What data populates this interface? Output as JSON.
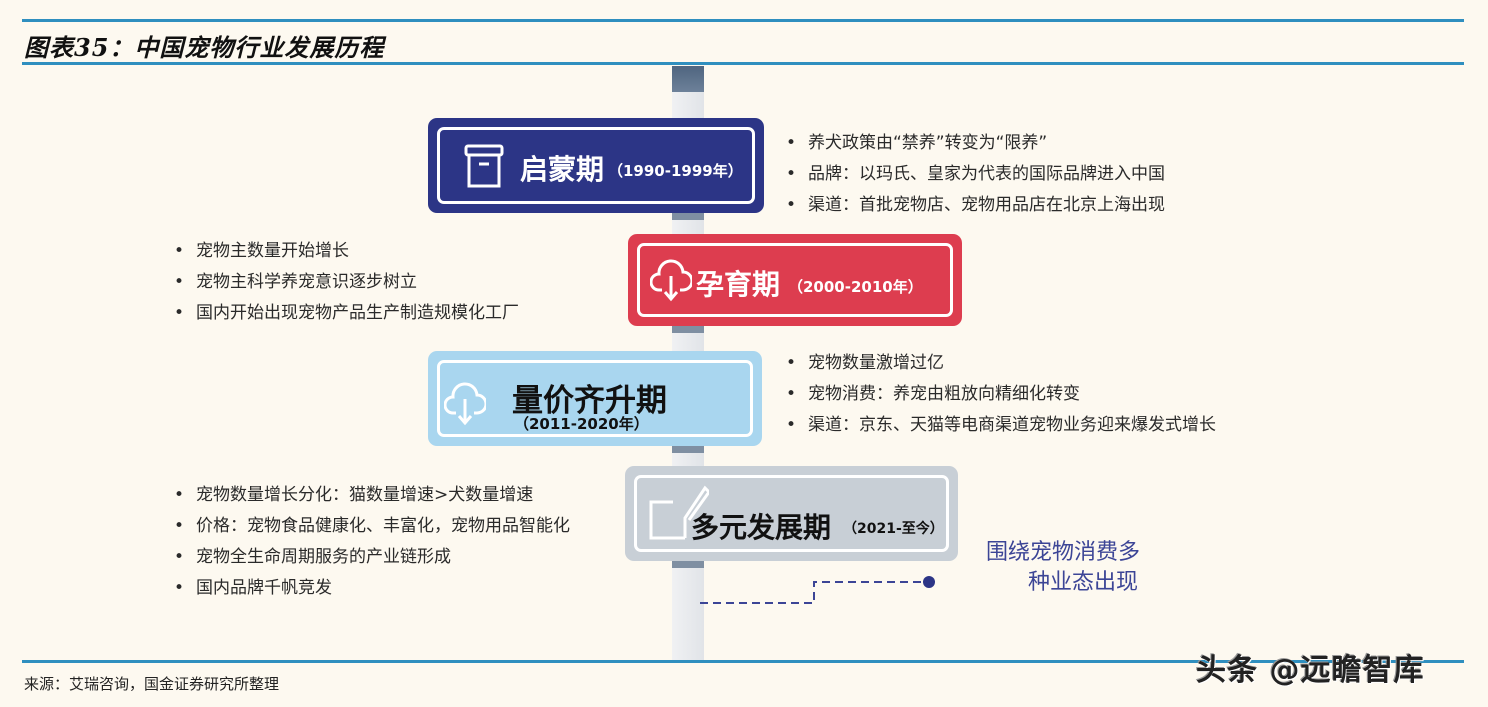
{
  "figure": {
    "title": "图表35：中国宠物行业发展历程",
    "source": "来源：艾瑞咨询，国金证券研究所整理",
    "watermark": "头条 @远瞻智库"
  },
  "colors": {
    "stage1": "#2c3586",
    "stage2": "#dd3d4f",
    "stage3": "#a9d6ef",
    "stage4": "#c8cfd6",
    "rule": "#2f8fbf",
    "callout": "#3c4596"
  },
  "stages": [
    {
      "name": "启蒙期",
      "period": "（1990-1999年）",
      "icon": "box-icon",
      "bullets": [
        "养犬政策由“禁养”转变为“限养”",
        "品牌：以玛氏、皇家为代表的国际品牌进入中国",
        "渠道：首批宠物店、宠物用品店在北京上海出现"
      ]
    },
    {
      "name": "孕育期",
      "period": "（2000-2010年）",
      "icon": "cloud-download-icon",
      "bullets": [
        "宠物主数量开始增长",
        "宠物主科学养宠意识逐步树立",
        "国内开始出现宠物产品生产制造规模化工厂"
      ]
    },
    {
      "name": "量价齐升期",
      "period": "（2011-2020年）",
      "icon": "cloud-download-icon",
      "bullets": [
        "宠物数量激增过亿",
        "宠物消费：养宠由粗放向精细化转变",
        "渠道：京东、天猫等电商渠道宠物业务迎来爆发式增长"
      ]
    },
    {
      "name": "多元发展期",
      "period": "（2021-至今）",
      "icon": "edit-icon",
      "bullets": [
        "宠物数量增长分化：猫数量增速>犬数量增速",
        "价格：宠物食品健康化、丰富化，宠物用品智能化",
        "宠物全生命周期服务的产业链形成",
        "国内品牌千帆竞发"
      ]
    }
  ],
  "callout": {
    "line1": "围绕宠物消费多",
    "line2": "种业态出现"
  }
}
